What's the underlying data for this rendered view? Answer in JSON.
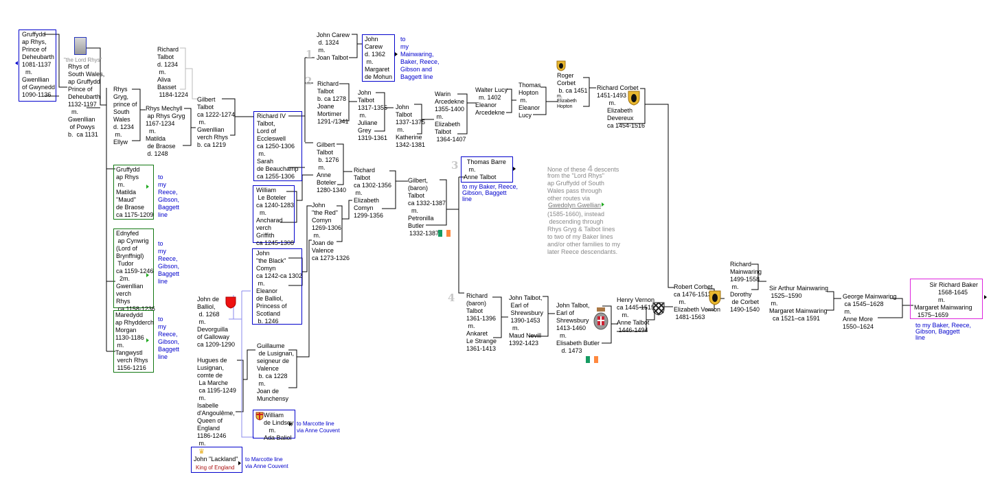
{
  "people": {
    "gruffydd_ap_rhys": "Gruffydd\nap Rhys,\nPrince of\nDeheubarth\n1081-1137\n  m.\nGwenllian\nof Gwynedd\n1090-1136",
    "lord_rhys_caption": "\"the Lord Rhys\"",
    "rhys_of_south_wales": "Rhys of\nSouth Wales,\nap Gruffydd\nPrince of\nDeheubarth\n1132-1197\n  m.\nGwenllian\n of Powys\nb.  ca 1131",
    "rhys_gryg": "Rhys\nGryg,\nprince of\nSouth\nWales\nd. 1234\n m.\nEllyw",
    "rhys_mechyll": "Rhys Mechyll\n ap Rhys Gryg\n1167-1234\n  m.\nMatilda\n de Braose\n d. 1248",
    "richard_talbot_1234": "Richard\nTalbot\nd. 1234\n m.\nAliva\nBasset\n 1184-1224",
    "gilbert_talbot_1274": "Gilbert\nTalbot\nca 1222-1274\n m.\nGwenllian\nverch Rhys\nb. ca 1219",
    "richard_iv_talbot": "Richard IV\nTalbot,\nLord of\nEccleswell\nca 1250-1306\n m.\nSarah\nde Beauchamp\nca 1255-1306",
    "william_le_boteler": "William\n Le Boteler\nca 1240-1283\n  m.\nAncharad\nverch\nGriffith\nca 1245-1308",
    "john_black_comyn": "John\n\"the Black\"\nComyn\nca 1242-ca 1302\n m.\nEleanor\nde Balliol,\nPrincess of\nScotland\n b. 1246",
    "john_de_balliol": "John de\nBalliol,\n d. 1268\n m.\nDevorguilla\nof Galloway\nca 1209-1290",
    "guillaume_de_lusignan": "Guillaume\n de Lusignan,\nseigneur de\nValence\n b. ca 1228\n m.\nJoan de\nMunchensy",
    "hugues_de_lusignan": "Hugues de\nLusignan,\ncomte de\n La Marche\n ca 1195-1249\n m.\nIsabelle\nd'Angoulême,\nQueen of\nEngland\n1186-1246\n m.",
    "william_de_lindsey": "William\nde Lindsey\n   m.\nAda Baliol",
    "john_lackland": "John \"Lackland\"",
    "king_of_england": "King of England",
    "john_carew_1324": "John Carew\n d. 1324\n m.\nJoan Talbot",
    "john_carew_1362": "John\nCarew\nd. 1362\n m.\nMargaret\nde Mohun",
    "richard_talbot_1278": "Richard\nTalbot\nb. ca 1278\nJoane\nMortimer\n1291-/1341",
    "john_talbot_1355": "John\nTalbot\n1317-1355\n m.\nJuliane\nGrey\n1319-1361",
    "john_talbot_1375": "John\nTalbot\n1337-1375\n m.\nKatherine\n1342-1381",
    "warin_arcedekne": "Warin\nArcedekne\n1355-1400\n m.\nElizabeth\nTalbot\n 1364-1407",
    "walter_lucy": "Walter Lucy\n  m. 1402\nEleanor\nArcedekne",
    "thomas_hopton": "Thomas\nHopton\n m.\nEleanor\nLucy",
    "roger_corbet": "Roger\nCorbet\n b. ca 1451",
    "roger_corbet_m": "m.",
    "elizabeth_hopton": "Elizabeth\nHopton",
    "richard_corbet": "Richard Corbet\n1451-1493\n       m.\n      Elizabeth\n      Devereux\n      ca 1454-1516",
    "gilbert_talbot_1276": "Gilbert\nTalbot\n b. 1276\n m.\nAnne\nBoteler\n1280-1340",
    "richard_talbot_1356": "Richard\nTalbot\nca 1302-1356\n m.\nElizabeth\nComyn\n1299-1356",
    "john_red_comyn": "John\n\"the Red\"\nComyn\n1269-1306\n m.\nJoan de\nValence\nca 1273-1326",
    "gilbert_baron_talbot": "Gilbert,\n(baron)\nTalbot\nca 1332-1387\n  m.\nPetronilla\nButler",
    "gilbert_baron_dates": "1332-1387",
    "thomas_barre": "  Thomas Barre\n   m.\nAnne Talbot",
    "richard_baron_talbot": "Richard\n(baron)\nTalbot\n1361-1396\n m.\nAnkaret\nLe Strange\n1361-1413",
    "john_talbot_1453": "John Talbot,\n Earl of\n Shrewsbury\n 1390-1453\n  m.\nMaud Nevill\n1392-1423",
    "john_talbot_1460": "John Talbot,\nEarl of\nShrewsbury\n1413-1460\n  m.\nElisabeth Butler\n   d. 1473",
    "henry_vernon": "Henry Vernon\nca 1445-1515\n   m.\nAnne Talbot\n 1446-1494",
    "robert_corbet": "Robert Corbet\nca 1476-1513\n   m.\nElizabeth Vernon\n 1481-1563",
    "richard_mainwaring": "Richard\nMainwaring\n1499-1558\n m.\nDorothy\n de Corbet\n1490-1540",
    "arthur_mainwaring": "Sir Arthur Mainwaring\n 1525–1590\n m.\nMargaret Mainwaring\n  ca 1521–ca 1591",
    "george_mainwaring": "George Mainwaring\n ca 1545–1628\n m.\nAnne More\n1550–1624",
    "richard_baker": "         Sir Richard Baker\n              1568-1645\n              m.\nMargaret Mainwaring\n  1575–1659"
  },
  "links": {
    "reece_gibson_baggett_1": "to\nmy\nReece,\nGibson,\nBaggett\nline",
    "reece_gibson_baggett_2": "to\nmy\nReece,\nGibson,\nBaggett\nline",
    "reece_gibson_baggett_3": "to\nmy\nReece,\nGibson,\nBaggett\nline",
    "mainwaring_line": "to\nmy\nMainwaring,\nBaker, Reece,\nGibson and\nBaggett line",
    "baker_line_barre": "to my Baker, Reece,\nGibson, Baggett\nline",
    "baker_line_final": "to my Baker, Reece,\nGibson, Baggett\nline",
    "marcotte_lindsey": "to Marcotte line\nvia Anne Couvent",
    "marcotte_lackland": "to Marcotte line\nvia Anne Couvent",
    "gwedolyn": "Gwedolyn Gwellian"
  },
  "descent_numbers": [
    "1",
    "2",
    "3",
    "4"
  ],
  "note": {
    "line1a": "None of these ",
    "line1_num": "4",
    "line1b": " descents",
    "line2": "from the \"Lord Rhys\"\nap Gruffydd of South\nWales pass through\nother routes via",
    "line3": "(1585-1660), instead\n descending through\nRhys Gryg & Talbot lines\nto two of my Baker lines\nand/or other families to my\nlater Reece descendants."
  },
  "colors": {
    "blue_box": "#0000cc",
    "green_box": "#117711",
    "magenta_box": "#dd22dd",
    "link_text": "#0000cc",
    "corbet_arms": "#e8b830",
    "irish_green": "#169b62",
    "irish_orange": "#ff883e"
  }
}
